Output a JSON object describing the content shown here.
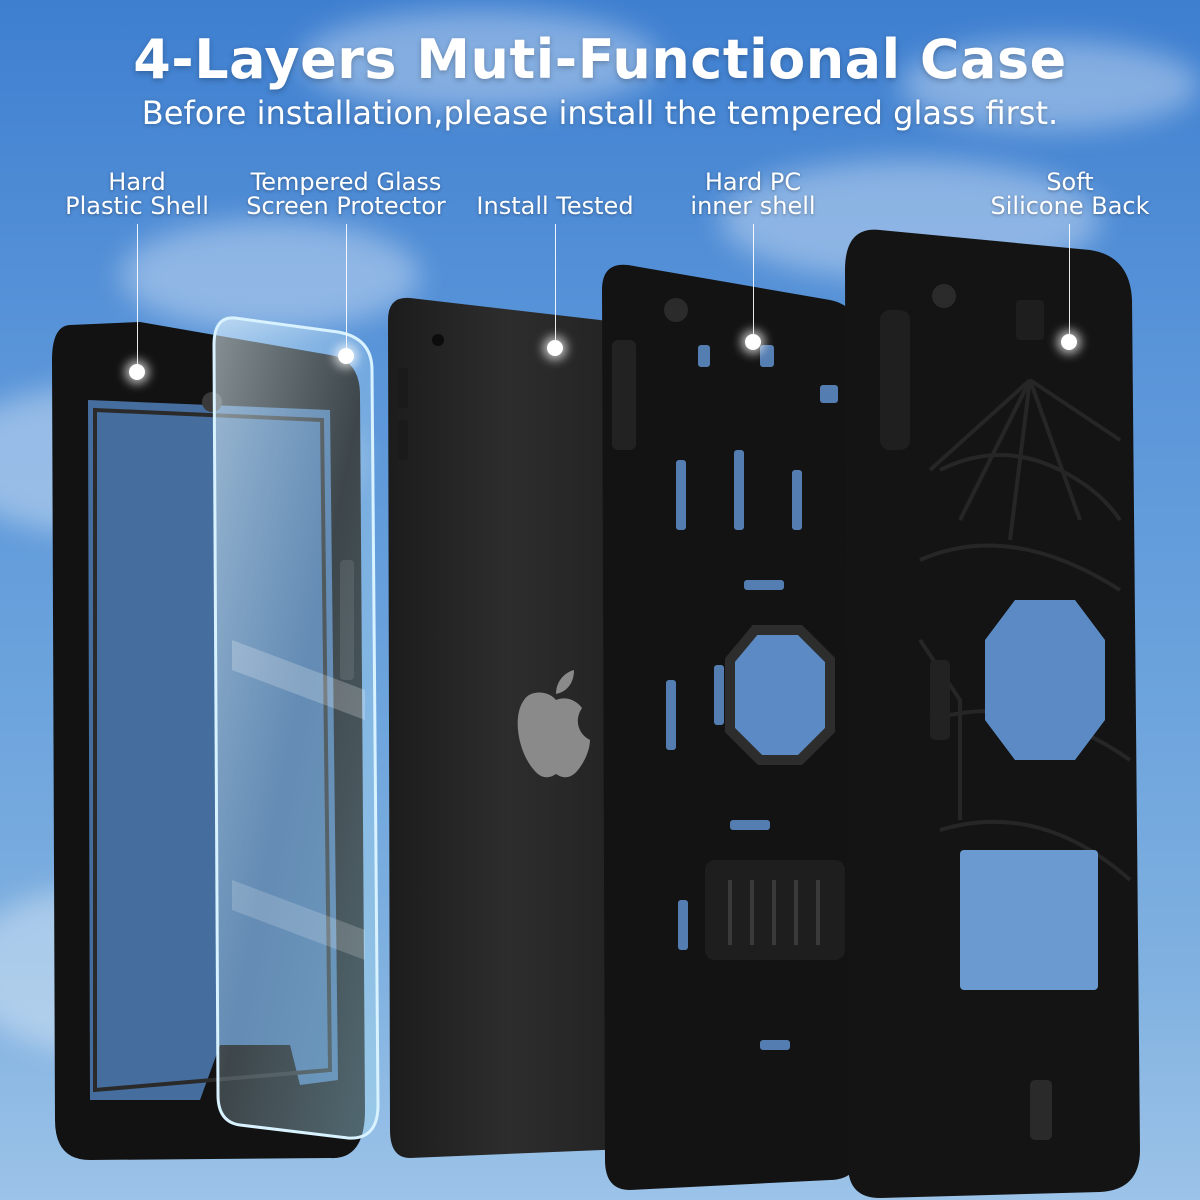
{
  "heading": {
    "title": "4-Layers Muti-Functional Case",
    "subtitle": "Before installation,please install the tempered glass first."
  },
  "callouts": [
    {
      "line1": "Hard",
      "line2": "Plastic Shell"
    },
    {
      "line1": "Tempered Glass",
      "line2": "Screen Protector"
    },
    {
      "line1": "",
      "line2": "Install Tested"
    },
    {
      "line1": "Hard PC",
      "line2": "inner shell"
    },
    {
      "line1": "Soft",
      "line2": "Silicone Back"
    }
  ],
  "colors": {
    "sky_top": "#3e7fd0",
    "sky_bottom": "#9cc3e8",
    "case_black": "#141414",
    "tablet_gray": "#2b2b2b",
    "glass_tint": "#bfe3f2"
  },
  "icons": [
    "apple-logo-icon",
    "camera-cutout-icon"
  ]
}
